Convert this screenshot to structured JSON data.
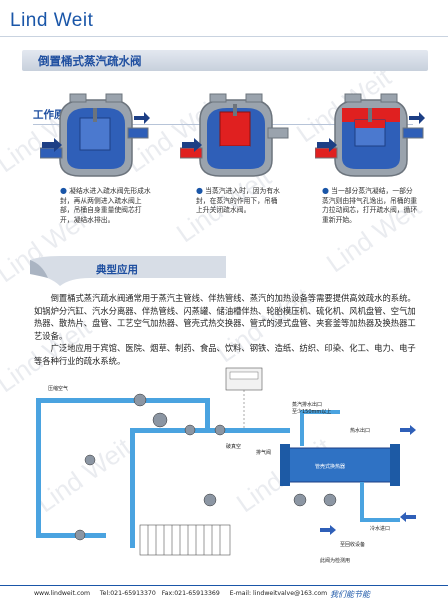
{
  "brand": "Lind Weit",
  "watermark": "Lind Weit",
  "title": "倒置桶式蒸汽疏水阀",
  "sections": {
    "principle": "工作原理",
    "application": "典型应用"
  },
  "captions": [
    "凝结水进入疏水阀先形成水封，再从两侧进入疏水阀上部，吊桶自身重量使阀芯打开，凝结水排出。",
    "当蒸汽进入时，因为有水封，在蒸汽的作用下，吊桶上升关闭疏水阀。",
    "当一部分蒸汽凝结，一部分蒸汽则由排气孔逸出，吊桶的重力拉动阀芯，打开疏水阀，循环重新开始。"
  ],
  "paragraphs": [
    "倒置桶式蒸汽疏水阀通常用于蒸汽主管线、伴热管线、蒸汽的加热设备等需要提供高效疏水的系统。如锅炉分汽缸、汽水分离器、伴热管线、闪蒸罐、储油槽伴热、轮胎模压机、硫化机、风机盘管、空气加热器、散热片、盘管、工艺空气加热器、管壳式热交换器、管式的浸式盘管、夹套釜等加热器及换热器工艺设备。",
    "广泛地应用于宾馆、医院、烟草、制药、食品、饮料、钢铁、造纸、纺织、印染、化工、电力、电子等各种行业的疏水系统。"
  ],
  "diagram_labels": {
    "compressed_air": "压缩空气",
    "vacuum_breaker": "破真空",
    "vent": "排气阀",
    "exhaust_note": "蒸汽排水出口",
    "exhaust_note2": "至少150mm以上",
    "hot_out": "热水出口",
    "shell_exchanger": "管壳式换热器",
    "cold_in": "冷水进口",
    "to_recovery": "至回收设备",
    "to_drain": "此阀为检测用"
  },
  "footer": {
    "site": "www.lindweit.com",
    "tel": "Tel:021-65913370",
    "fax": "Fax:021-65913369",
    "email": "E-mail: lindweitvalve@163.com",
    "signature": "我们能节能"
  },
  "colors": {
    "brand_blue": "#1a56a8",
    "water_blue": "#2f5fb8",
    "steam_red": "#e02020",
    "metal_gray": "#9aa3ad",
    "pipe_blue": "#4aa3e0"
  }
}
